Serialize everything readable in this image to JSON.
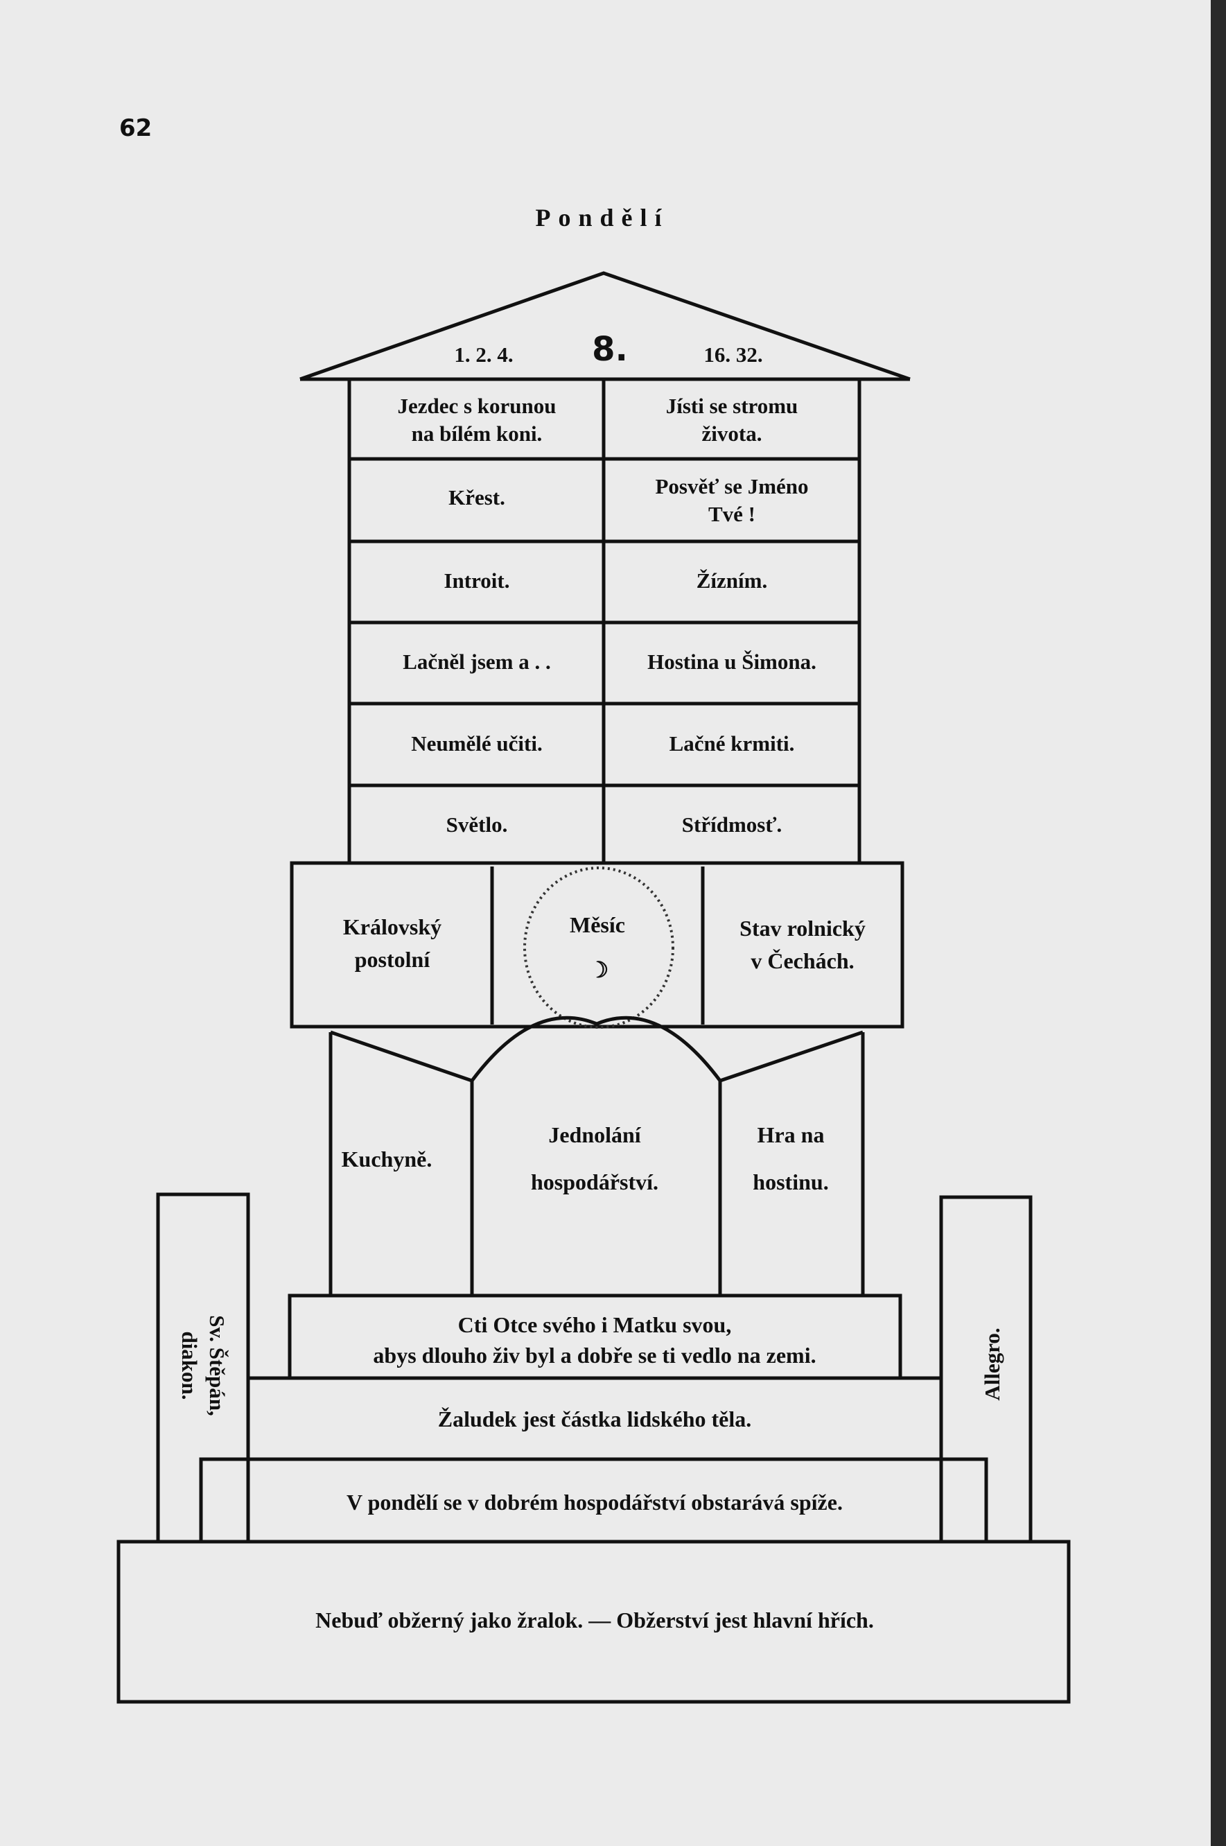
{
  "page_number": "62",
  "title": "Pondělí",
  "roof": {
    "left": "1. 2. 4.",
    "center": "8.",
    "right": "16. 32."
  },
  "rows": [
    {
      "left": [
        "Jezdec s korunou",
        "na bílém koni."
      ],
      "right": [
        "Jísti se stromu",
        "života."
      ]
    },
    {
      "left": [
        "Křest."
      ],
      "right": [
        "Posvěť se Jméno",
        "Tvé !"
      ]
    },
    {
      "left": [
        "Introit."
      ],
      "right": [
        "Žízním."
      ]
    },
    {
      "left": [
        "Lačněl jsem a . ."
      ],
      "right": [
        "Hostina u Šimona."
      ]
    },
    {
      "left": [
        "Neumělé učiti."
      ],
      "right": [
        "Lačné krmiti."
      ]
    },
    {
      "left": [
        "Světlo."
      ],
      "right": [
        "Střídmosť."
      ]
    }
  ],
  "middle": {
    "left": [
      "Královský",
      "postolní"
    ],
    "center": "Měsíc",
    "moon_symbol": "☽",
    "right": [
      "Stav rolnický",
      "v Čechách."
    ]
  },
  "book": {
    "left": "Kuchyně.",
    "center": [
      "Jednolání",
      "hospodářství."
    ],
    "right": [
      "Hra na",
      "hostinu."
    ]
  },
  "commandment": [
    "Cti Otce svého i Matku svou,",
    "abys dlouho živ byl a dobře se ti vedlo na zemi."
  ],
  "stomach": "Žaludek jest částka lidského těla.",
  "pantry": "V pondělí se v dobrém hospodářství obstarává spíže.",
  "base": "Nebuď obžerný jako žralok. — Obžerství jest hlavní hřích.",
  "left_pillar": [
    "Sv. Štěpán,",
    "diakon."
  ],
  "right_pillar": "Allegro."
}
